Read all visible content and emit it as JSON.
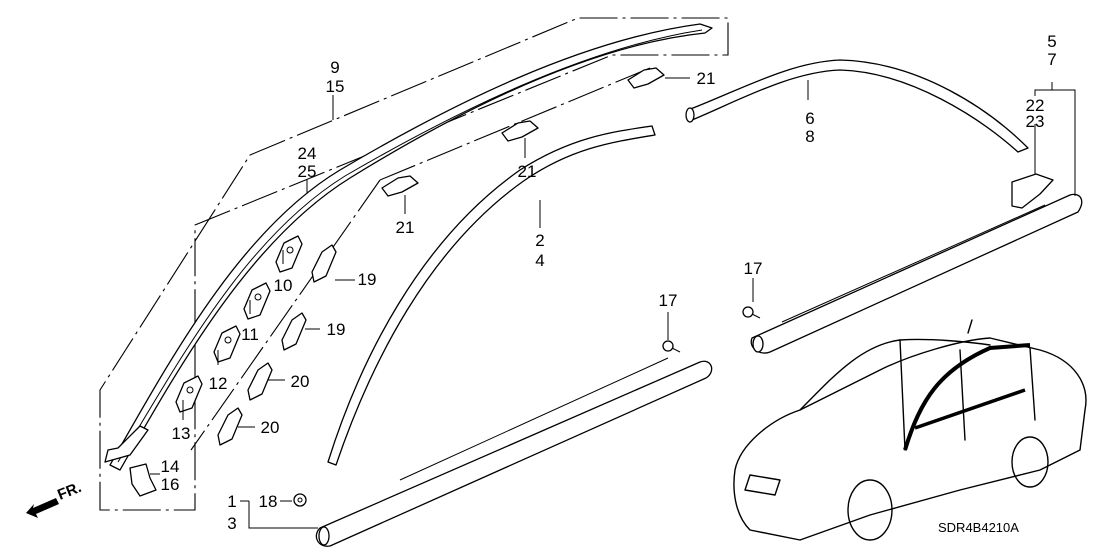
{
  "diagram": {
    "title": "Roof / Door Molding Parts Diagram",
    "drawing_code": "SDR4B4210A",
    "direction_indicator": "FR.",
    "callouts": {
      "c9": "9",
      "c15": "15",
      "c24": "24",
      "c25": "25",
      "c10": "10",
      "c11": "11",
      "c12": "12",
      "c13": "13",
      "c14": "14",
      "c16": "16",
      "c19a": "19",
      "c19b": "19",
      "c20a": "20",
      "c20b": "20",
      "c21a": "21",
      "c21b": "21",
      "c21c": "21",
      "c2": "2",
      "c4": "4",
      "c6": "6",
      "c8": "8",
      "c5": "5",
      "c7": "7",
      "c22": "22",
      "c23": "23",
      "c17a": "17",
      "c17b": "17",
      "c18": "18",
      "c1": "1",
      "c3": "3"
    }
  }
}
